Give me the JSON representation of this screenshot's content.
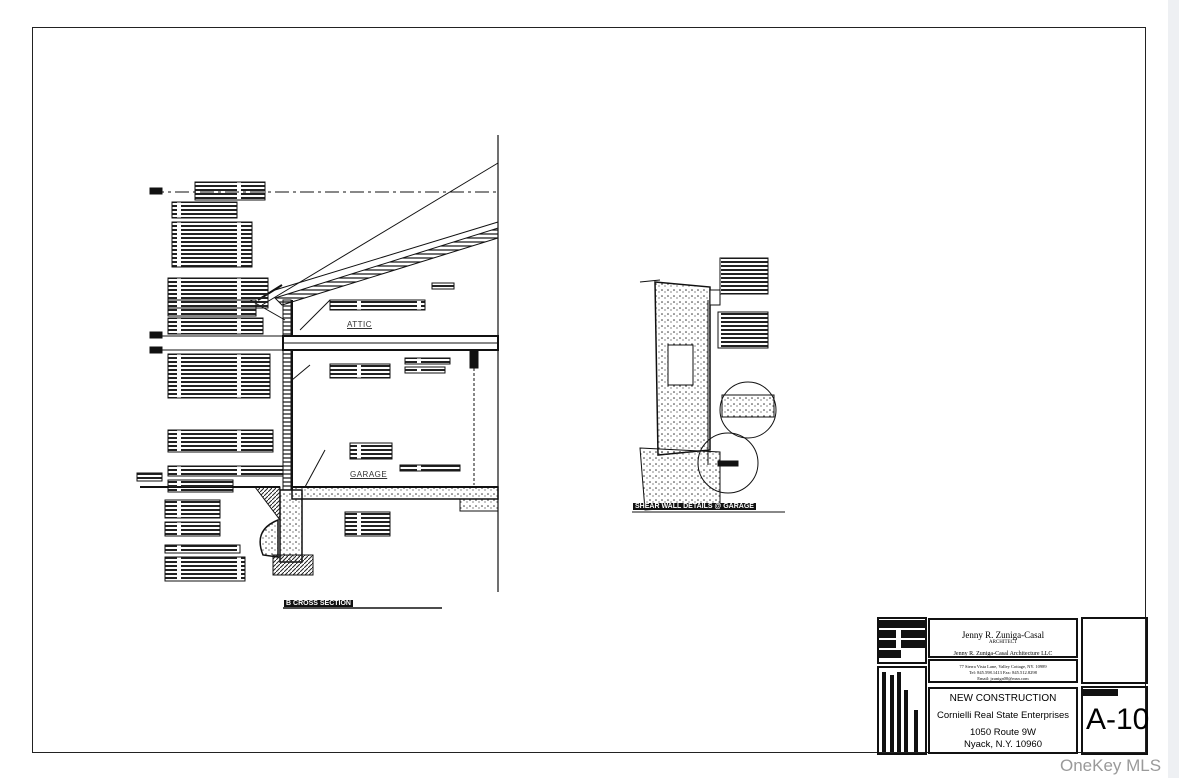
{
  "drawing": {
    "cross_section": {
      "attic_label": "ATTIC",
      "garage_label": "GARAGE",
      "title": "CROSS SECTION",
      "marker": "B"
    },
    "shear_wall": {
      "title": "SHEAR WALL DETAILS @ GARAGE"
    }
  },
  "title_block": {
    "architect_name": "Jenny R. Zuniga-Casal",
    "architect_title": "ARCHITECT",
    "firm": "Jenny R. Zuniga-Casal Architecture LLC",
    "address": "77 Sierra Vista Lane, Valley Cottage, NY. 10989",
    "phone": "Tel: 845.598.1413   Fax: 845.512.8298",
    "email": "Email: jzuniga00@msn.com",
    "project_type": "NEW CONSTRUCTION",
    "client": "Cornielli Real  State Enterprises",
    "street": "1050 Route 9W",
    "city": "Nyack, N.Y. 10960",
    "sheet_number": "A-10"
  },
  "watermark": "OneKey MLS"
}
